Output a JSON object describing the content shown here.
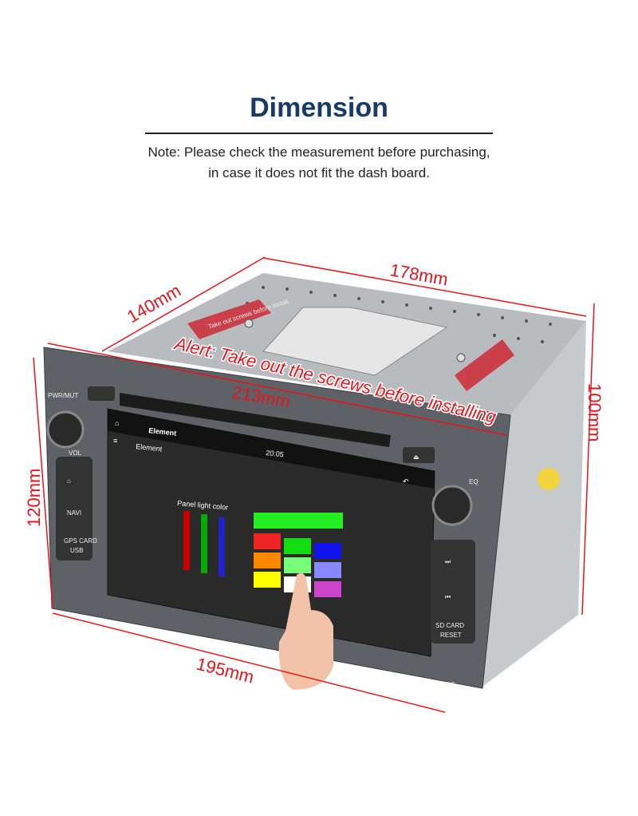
{
  "header": {
    "title": "Dimension",
    "note_line1": "Note: Please check the measurement before purchasing,",
    "note_line2": "in case it does not fit the dash board."
  },
  "dimensions": {
    "depth": "140mm",
    "width_top": "178mm",
    "height_side": "100mm",
    "height_front": "120mm",
    "width_front": "213mm",
    "width_bottom": "195mm"
  },
  "alert": "Alert: Take out the screws before installing",
  "sticker": "Take out screws before install.",
  "device": {
    "pwr": "PWR/MUT",
    "vol": "VOL",
    "navi": "NAVI",
    "gps": "GPS CARD",
    "usb": "USB",
    "eq": "EQ",
    "sd": "SD CARD",
    "reset": "RESET",
    "mic": "MIC"
  },
  "screen": {
    "app_title": "Element",
    "app_subtitle": "Element",
    "time": "20:05",
    "panel_label": "Panel light color"
  },
  "colors": {
    "accent": "#e8141b",
    "title": "#173a66"
  }
}
